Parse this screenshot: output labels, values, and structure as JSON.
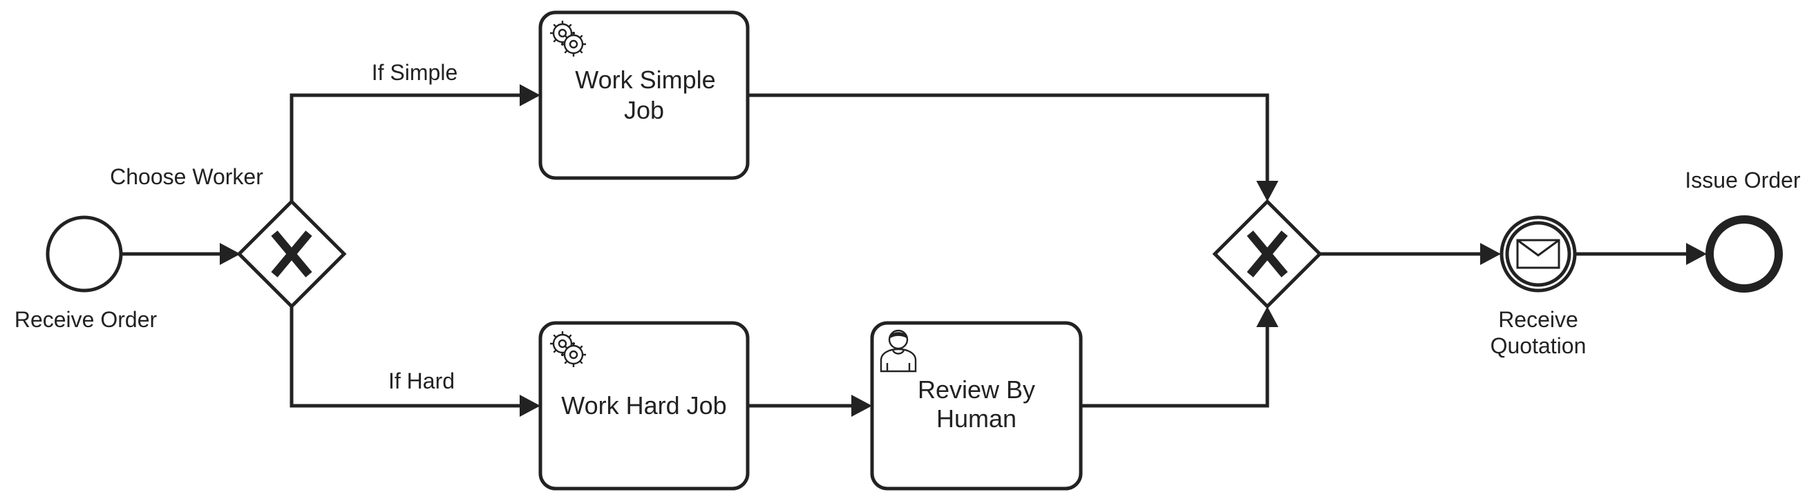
{
  "diagram": {
    "type": "bpmn-process",
    "events": {
      "start": {
        "label": "Receive Order"
      },
      "message": {
        "label_line1": "Receive",
        "label_line2": "Quotation"
      },
      "end": {
        "label": "Issue Order"
      }
    },
    "gateways": {
      "split": {
        "label": "Choose Worker",
        "kind": "exclusive"
      },
      "merge": {
        "label": "",
        "kind": "exclusive"
      }
    },
    "tasks": {
      "work_simple": {
        "line1": "Work Simple",
        "line2": "Job",
        "icon": "service-gear-icon"
      },
      "work_hard": {
        "line1": "Work Hard Job",
        "icon": "service-gear-icon"
      },
      "review": {
        "line1": "Review By",
        "line2": "Human",
        "icon": "user-icon"
      }
    },
    "flows": {
      "if_simple": "If Simple",
      "if_hard": "If Hard"
    },
    "colors": {
      "stroke": "#222222",
      "fill": "#ffffff"
    }
  }
}
